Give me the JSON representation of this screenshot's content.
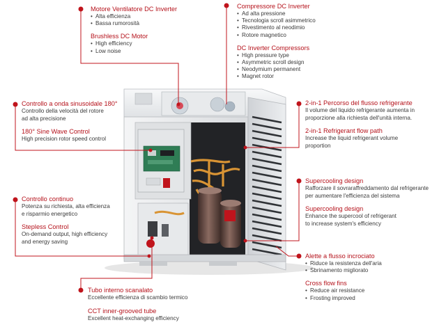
{
  "callouts": {
    "fan_motor": {
      "title_it": "Motore Ventilatore DC Inverter",
      "bullets_it": [
        "Alta efficienza",
        "Bassa rumorosità"
      ],
      "title_en": "Brushless DC Motor",
      "bullets_en": [
        "High efficiency",
        "Low noise"
      ]
    },
    "compressor": {
      "title_it": "Compressore DC Inverter",
      "bullets_it": [
        "Ad alta pressione",
        "Tecnologia scroll asimmetrico",
        "Rivestimento al neodimio",
        "Rotore magnetico"
      ],
      "title_en": "DC Inverter Compressors",
      "bullets_en": [
        "High pressure type",
        "Asymmetric scroll design",
        "Neodymium permanent",
        "Magnet rotor"
      ]
    },
    "sine_wave": {
      "title_it": "Controllo a onda sinusoidale 180°",
      "text_it": [
        "Controllo della velocità del rotore",
        "ad alta precisione"
      ],
      "title_en": "180° Sine Wave Control",
      "text_en": [
        "High precision rotor speed control"
      ]
    },
    "refrigerant_path": {
      "title_it": "2-in-1 Percorso del flusso refrigerante",
      "text_it": [
        "Il volume del liquido refrigerante aumenta in",
        "proporzione alla richiesta dell'unità interna."
      ],
      "title_en": "2-in-1 Refrigerant flow path",
      "text_en": [
        "Increase the liquid refrigerant volume",
        "proportion"
      ]
    },
    "stepless": {
      "title_it": "Controllo continuo",
      "text_it": [
        "Potenza su richiesta, alta efficienza",
        "e risparmio energetico"
      ],
      "title_en": "Stepless Control",
      "text_en": [
        "On-demand output, high efficiency",
        "and energy saving"
      ]
    },
    "supercooling": {
      "title_it": "Supercooling design",
      "text_it": [
        "Rafforzare il sovraraffreddamento dal refrigerante",
        "per aumentare l'efficienza del sistema"
      ],
      "title_en": "Supercooling design",
      "text_en": [
        "Enhance the supercool of refrigerant",
        "to increase system's efficiency"
      ]
    },
    "cross_flow": {
      "title_it": "Alette a flusso incrociato",
      "bullets_it": [
        "Riduce la resistenza dell'aria",
        "Sbrinamento migliorato"
      ],
      "title_en": "Cross flow fins",
      "bullets_en": [
        "Reduce air resistance",
        "Frosting improved"
      ]
    },
    "tube": {
      "title_it": "Tubo interno scanalato",
      "text_it": [
        "Eccellente efficienza di scambio termico"
      ],
      "title_en": "CCT inner-grooved tube",
      "text_en": [
        "Excellent heat-exchanging efficiency"
      ]
    }
  },
  "colors": {
    "accent": "#c0141c",
    "cabinet": "#e9eaec",
    "copper": "#d99434",
    "compressor": "#6b4d46",
    "pcb": "#2f7d55"
  }
}
